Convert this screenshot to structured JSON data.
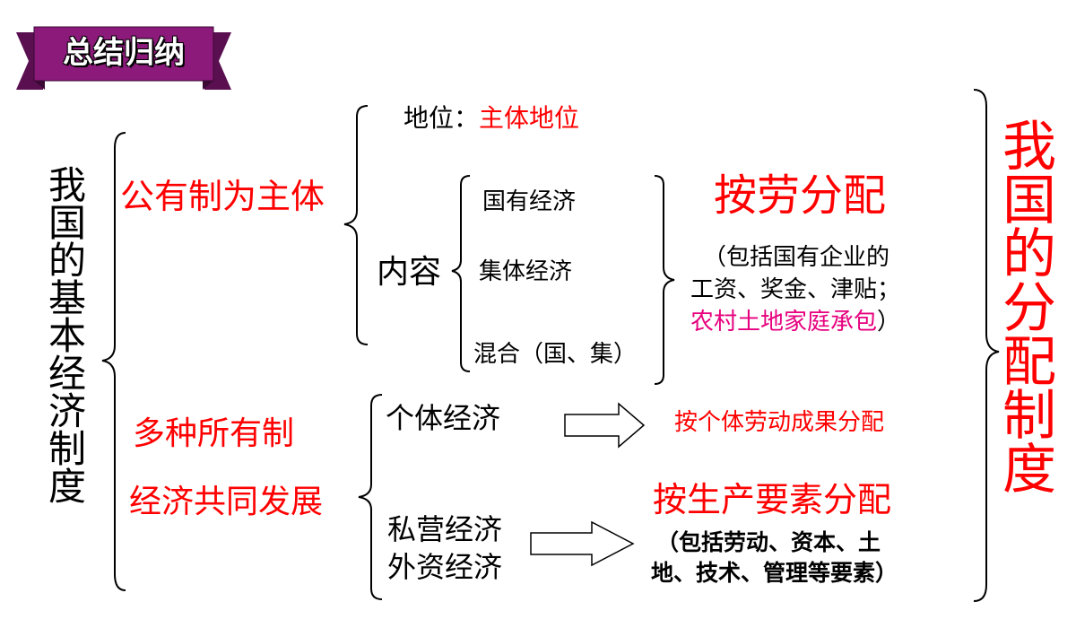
{
  "banner": {
    "title": "总结归纳"
  },
  "left_title": [
    "我",
    "国",
    "的",
    "基",
    "本",
    "经",
    "济",
    "制",
    "度"
  ],
  "right_title": [
    "我",
    "国",
    "的",
    "分",
    "配",
    "制",
    "度"
  ],
  "public": {
    "label": "公有制为主体",
    "status_prefix": "地位：",
    "status_value": "主体地位",
    "content_label": "内容",
    "items": [
      "国有经济",
      "集体经济",
      "混合（国、集）"
    ]
  },
  "labor": {
    "title": "按劳分配",
    "note_line1": "（包括国有企业的",
    "note_line2": "工资、奖金、津贴；",
    "note_line3_pink": "农村土地家庭承包",
    "note_line3_close": "）"
  },
  "multi": {
    "label_line1": "多种所有制",
    "label_line2": "经济共同发展",
    "individual": "个体经济",
    "individual_dist": "按个体劳动成果分配",
    "private_line1": "私营经济",
    "private_line2": "外资经济",
    "factor_title": "按生产要素分配",
    "factor_note_line1": "（包括劳动、资本、土",
    "factor_note_line2": "地、技术、管理等要素）"
  },
  "colors": {
    "banner": "#8b1a7a",
    "banner_dark": "#5a0f50",
    "accent_red": "#ff0000",
    "accent_pink": "#e6007e"
  }
}
